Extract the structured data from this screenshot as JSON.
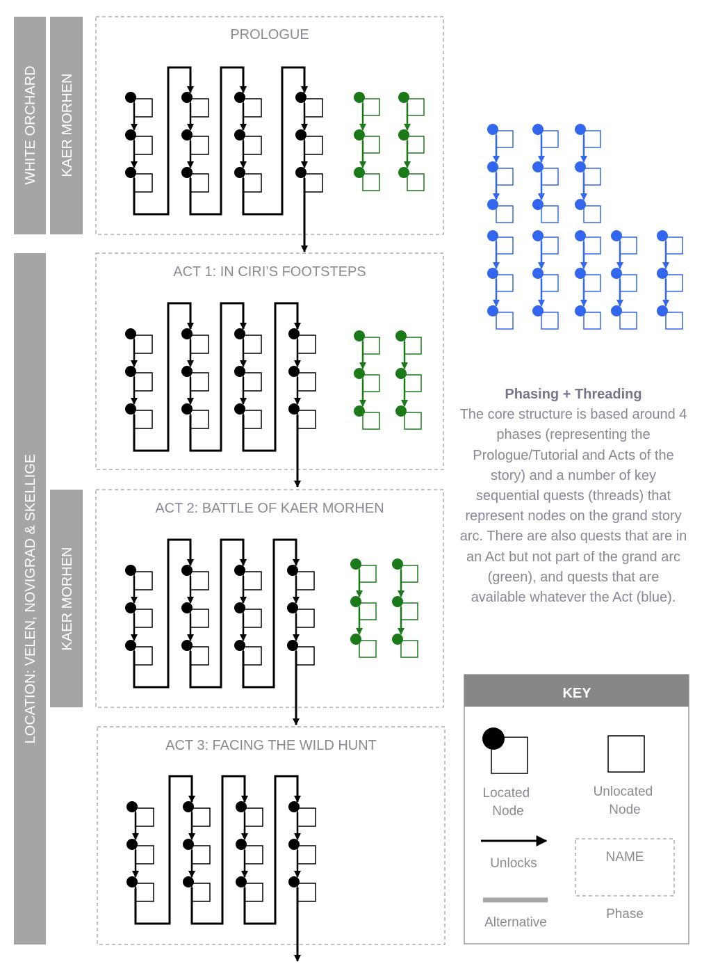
{
  "side_bars": {
    "white_orchard": "WHITE ORCHARD",
    "kaer_morhen_top": "KAER MORHEN",
    "location": "LOCATION: VELEN, NOVIGRAD & SKELLIGE",
    "kaer_morhen_mid": "KAER MORHEN"
  },
  "phases": [
    {
      "name": "PROLOGUE",
      "threads": 4,
      "side_columns": 2
    },
    {
      "name": "ACT 1: IN CIRI’S FOOTSTEPS",
      "threads": 4,
      "side_columns": 2
    },
    {
      "name": "ACT 2: BATTLE OF KAER MORHEN",
      "threads": 4,
      "side_columns": 2
    },
    {
      "name": "ACT 3: FACING THE WILD HUNT",
      "threads": 4,
      "side_columns": 0
    }
  ],
  "global_quests": {
    "row1_columns": 3,
    "row2_columns": 5
  },
  "description": {
    "heading": "Phasing + Threading",
    "body": "The core structure is based around 4 phases (representing the Prologue/Tutorial and Acts of the story) and a number of key sequential quests (threads) that represent nodes on the grand story arc. There are also quests that are in an Act but not part of the grand arc (green), and quests that are available whatever the Act (blue)."
  },
  "key": {
    "title": "KEY",
    "located": "Located Node",
    "unlocked": "Unlocated Node",
    "unlocks": "Unlocks",
    "alternative": "Alternative",
    "phase_name": "NAME",
    "phase": "Phase"
  },
  "colors": {
    "sidebar": "#a5a5a5",
    "main_thread": "#000000",
    "act_quest": "#1a7a1a",
    "global_quest": "#3366ee",
    "dashed_border": "#9a9a9a",
    "label_text": "#8a8a96",
    "key_header": "#878787"
  }
}
